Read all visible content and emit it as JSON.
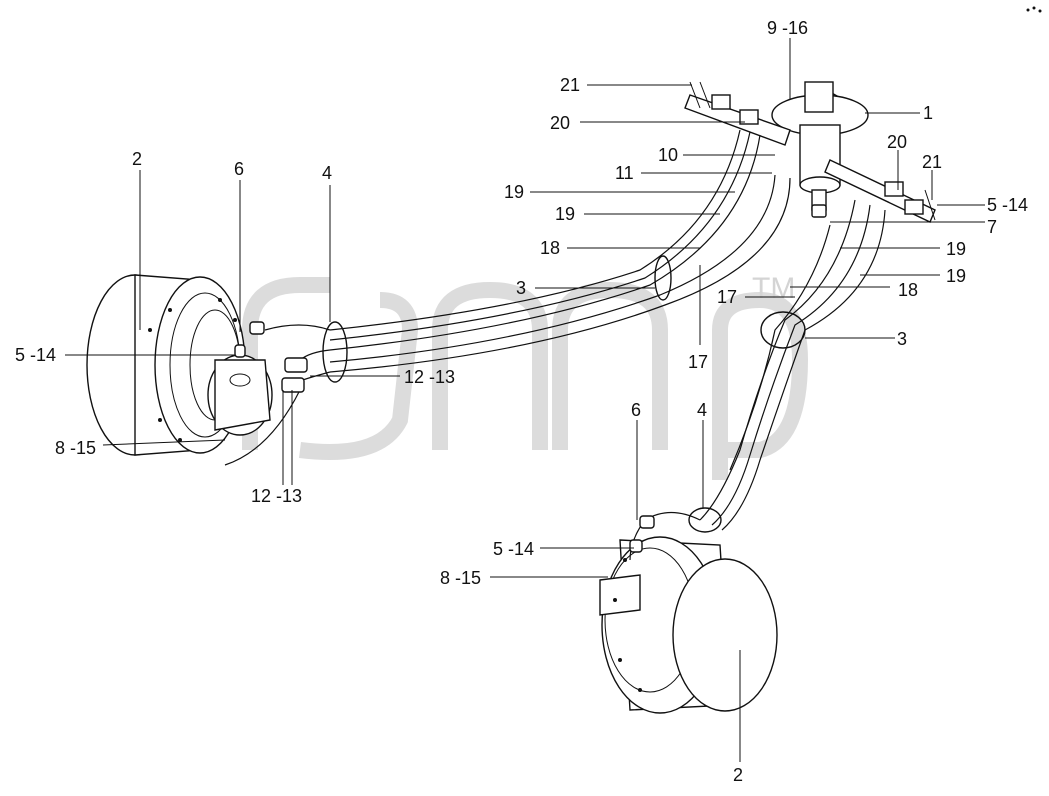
{
  "watermark": {
    "text": "TM"
  },
  "callouts": [
    {
      "id": "c-21-top",
      "text": "21"
    },
    {
      "id": "c-9-16",
      "text": "9 -16"
    },
    {
      "id": "c-1",
      "text": "1"
    },
    {
      "id": "c-20-top",
      "text": "20"
    },
    {
      "id": "c-10",
      "text": "10"
    },
    {
      "id": "c-20-right",
      "text": "20"
    },
    {
      "id": "c-21-right",
      "text": "21"
    },
    {
      "id": "c-11",
      "text": "11"
    },
    {
      "id": "c-19-a",
      "text": "19"
    },
    {
      "id": "c-5-14-right",
      "text": "5 -14"
    },
    {
      "id": "c-19-b",
      "text": "19"
    },
    {
      "id": "c-7",
      "text": "7"
    },
    {
      "id": "c-18-a",
      "text": "18"
    },
    {
      "id": "c-19-c",
      "text": "19"
    },
    {
      "id": "c-2-left",
      "text": "2"
    },
    {
      "id": "c-6-left",
      "text": "6"
    },
    {
      "id": "c-4-left",
      "text": "4"
    },
    {
      "id": "c-19-d",
      "text": "19"
    },
    {
      "id": "c-3-left",
      "text": "3"
    },
    {
      "id": "c-17-a",
      "text": "17"
    },
    {
      "id": "c-18-b",
      "text": "18"
    },
    {
      "id": "c-3-right",
      "text": "3"
    },
    {
      "id": "c-5-14-left",
      "text": "5 -14"
    },
    {
      "id": "c-12-13-a",
      "text": "12 -13"
    },
    {
      "id": "c-17-b",
      "text": "17"
    },
    {
      "id": "c-8-15-left",
      "text": "8 -15"
    },
    {
      "id": "c-12-13-b",
      "text": "12 -13"
    },
    {
      "id": "c-6-bottom",
      "text": "6"
    },
    {
      "id": "c-4-bottom",
      "text": "4"
    },
    {
      "id": "c-5-14-bottom",
      "text": "5 -14"
    },
    {
      "id": "c-8-15-bottom",
      "text": "8 -15"
    },
    {
      "id": "c-2-bottom",
      "text": "2"
    }
  ]
}
